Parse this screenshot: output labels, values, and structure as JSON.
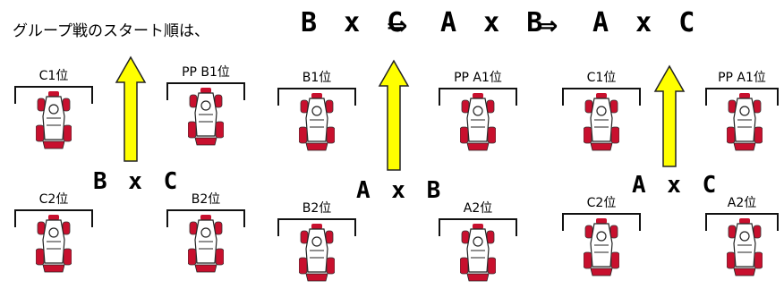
{
  "headline": "グループ戦のスタート順は、",
  "sequence": {
    "first": "B x C",
    "arrow1": "⇒",
    "second": "A x B",
    "arrow2": "⇒",
    "third": "A x C"
  },
  "groups": [
    {
      "pair_label": "B x C",
      "pole_top": "C1位",
      "pole_top_right": "PP B1位",
      "pole_bottom": "C2位",
      "pole_bottom_right": "B2位"
    },
    {
      "pair_label": "A x B",
      "pole_top": "B1位",
      "pole_top_right": "PP A1位",
      "pole_bottom": "B2位",
      "pole_bottom_right": "A2位"
    },
    {
      "pair_label": "A x C",
      "pole_top": "C1位",
      "pole_top_right": "PP A1位",
      "pole_bottom": "C2位",
      "pole_bottom_right": "A2位"
    }
  ],
  "colors": {
    "arrow_fill": "#ffff00",
    "arrow_stroke": "#222222",
    "kart_red": "#c8102e"
  }
}
